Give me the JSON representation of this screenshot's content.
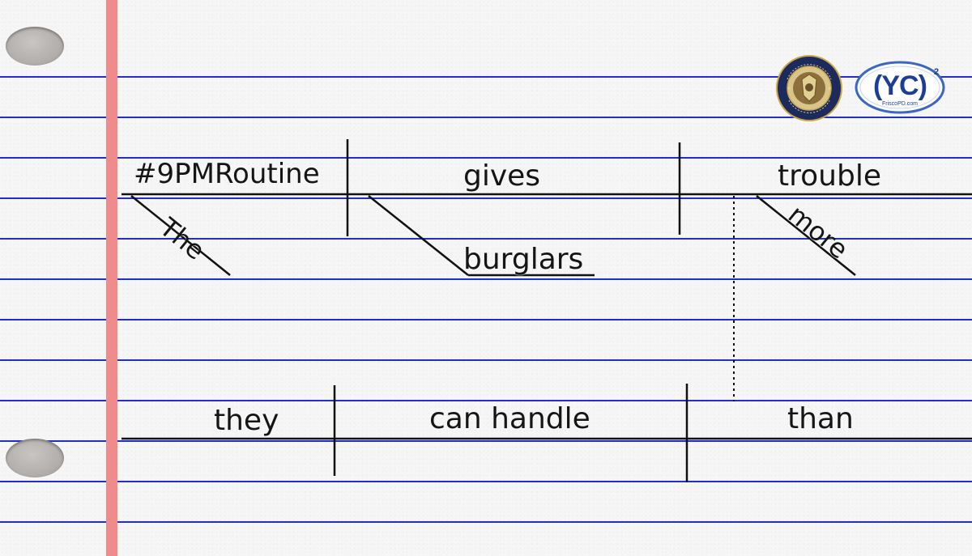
{
  "sentence_diagram": {
    "top_line": {
      "subject": "#9PMRoutine",
      "subject_modifier": "The",
      "verb": "gives",
      "indirect_object": "burglars",
      "direct_object": "trouble",
      "object_modifier": "more"
    },
    "bottom_line": {
      "subject": "they",
      "verb": "can handle",
      "connector": "than"
    }
  },
  "logos": {
    "police_badge_text": "FRISCO POLICE DEPARTMENT",
    "police_badge_motto": "SERVICE · LEADING · LEARNING",
    "yc_mark": "(YC)",
    "yc_superscript": "2",
    "yc_url": "FriscoPD.com"
  },
  "colors": {
    "paper": "#f6f6f6",
    "rule_lines": "#1f2fc8",
    "margin_line": "#f08b8b",
    "ink": "#151515",
    "badge_navy": "#1c2a5e",
    "yc_blue": "#1c3f95"
  }
}
